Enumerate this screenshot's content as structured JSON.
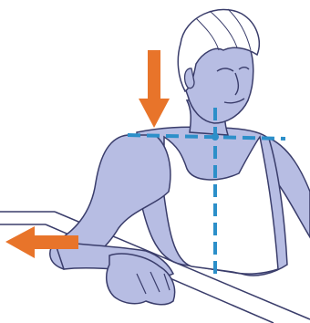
{
  "illustration": {
    "subject": "person-seated-shoulder-posture",
    "arrows": [
      {
        "name": "downward-shoulder-arrow",
        "direction": "down"
      },
      {
        "name": "leftward-arm-arrow",
        "direction": "left"
      }
    ],
    "guide_lines": [
      {
        "name": "horizontal-shoulder-guide",
        "orientation": "horizontal",
        "style": "dashed"
      },
      {
        "name": "vertical-midline-guide",
        "orientation": "vertical",
        "style": "dashed"
      }
    ]
  },
  "colors": {
    "skin": "#b7bde3",
    "skin_shadow": "#9aa1d2",
    "outline": "#3a3d6b",
    "hair": "#ffffff",
    "shirt": "#ffffff",
    "arrow": "#e8742a",
    "guide_line": "#2c8fc9",
    "background": "#ffffff"
  }
}
